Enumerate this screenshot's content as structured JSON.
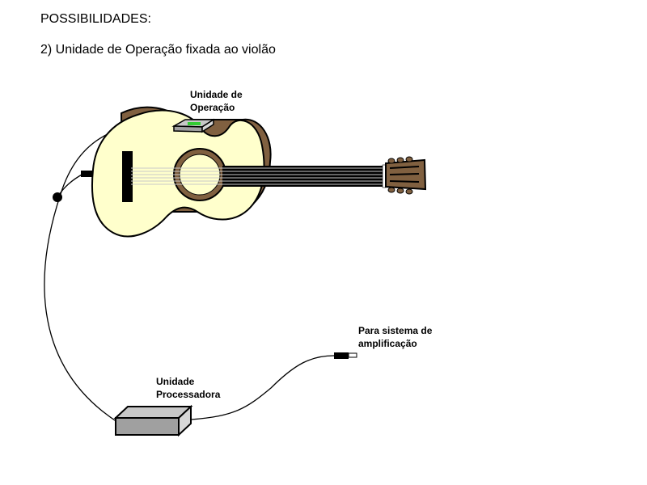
{
  "header": {
    "title": "POSSIBILIDADES:",
    "subtitle": "2) Unidade de Operação fixada ao violão"
  },
  "labels": {
    "operation_unit": "Unidade de\nOperação",
    "amplification": "Para sistema de\namplificação",
    "processing_unit": "Unidade\nProcessadora"
  },
  "colors": {
    "guitar_top": "#ffffcc",
    "guitar_side": "#806040",
    "soundhole_ring": "#806040",
    "outline": "#000000",
    "led": "#33cc33",
    "box_front": "#a0a0a0",
    "box_top": "#c8c8c8",
    "box_side": "#d8d8d8",
    "headstock": "#806040"
  },
  "icons": {
    "guitar": "acoustic-guitar-icon",
    "operation_unit": "operation-unit-device",
    "processing_unit": "processing-unit-box",
    "plug": "audio-plug-icon"
  }
}
